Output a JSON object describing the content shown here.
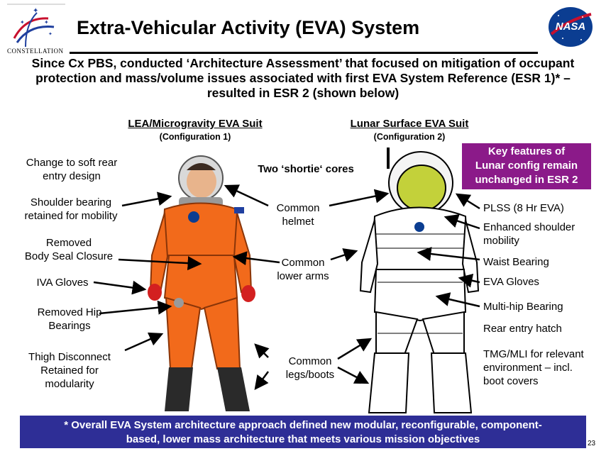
{
  "header": {
    "title": "Extra-Vehicular Activity (EVA) System",
    "logo_text": "CONSTELLATION",
    "nasa_logo_text": "NASA"
  },
  "subtitle": {
    "line1": "Since Cx PBS, conducted ‘Architecture Assessment’ that focused on mitigation of occupant",
    "line2": "protection and mass/volume issues associated with first EVA System Reference (ESR 1)* –",
    "line3": "resulted in ESR 2 (shown below)"
  },
  "left_suit": {
    "heading": "LEA/Microgravity EVA Suit",
    "config": "(Configuration 1)",
    "labels": {
      "soft_rear": [
        "Change to soft rear",
        "entry design"
      ],
      "shoulder": [
        "Shoulder bearing",
        "retained for mobility"
      ],
      "body_seal": [
        "Removed",
        "Body Seal Closure"
      ],
      "iva_gloves": "IVA Gloves",
      "hip": [
        "Removed Hip",
        "Bearings"
      ],
      "thigh": [
        "Thigh Disconnect",
        "Retained for",
        "modularity"
      ]
    }
  },
  "right_suit": {
    "heading": "Lunar Surface EVA Suit",
    "config": "(Configuration 2)",
    "labels": {
      "plss": "PLSS (8 Hr EVA)",
      "shoulder": [
        "Enhanced shoulder",
        "mobility"
      ],
      "waist": "Waist Bearing",
      "eva_gloves": "EVA Gloves",
      "multihip": "Multi-hip Bearing",
      "rear_hatch": "Rear entry hatch",
      "tmg": [
        "TMG/MLI for relevant",
        "environment – incl.",
        "boot covers"
      ]
    }
  },
  "center": {
    "shortie": "Two ‘shortie‘ cores",
    "helmet": [
      "Common",
      "helmet"
    ],
    "arms": [
      "Common",
      "lower arms"
    ],
    "legs": [
      "Common",
      "legs/boots"
    ]
  },
  "key_box": {
    "line1": "Key features of",
    "line2": "Lunar config remain",
    "line3": "unchanged in ESR 2"
  },
  "footer": {
    "line1": "* Overall EVA System architecture approach defined new modular, reconfigurable, component-",
    "line2": "based, lower mass architecture that meets various mission objectives"
  },
  "page_number": "23",
  "colors": {
    "key_box": "#8b1a89",
    "footer": "#2e2e96",
    "orange_suit": "#f26a1b",
    "nasa_blue": "#0b3d91"
  }
}
